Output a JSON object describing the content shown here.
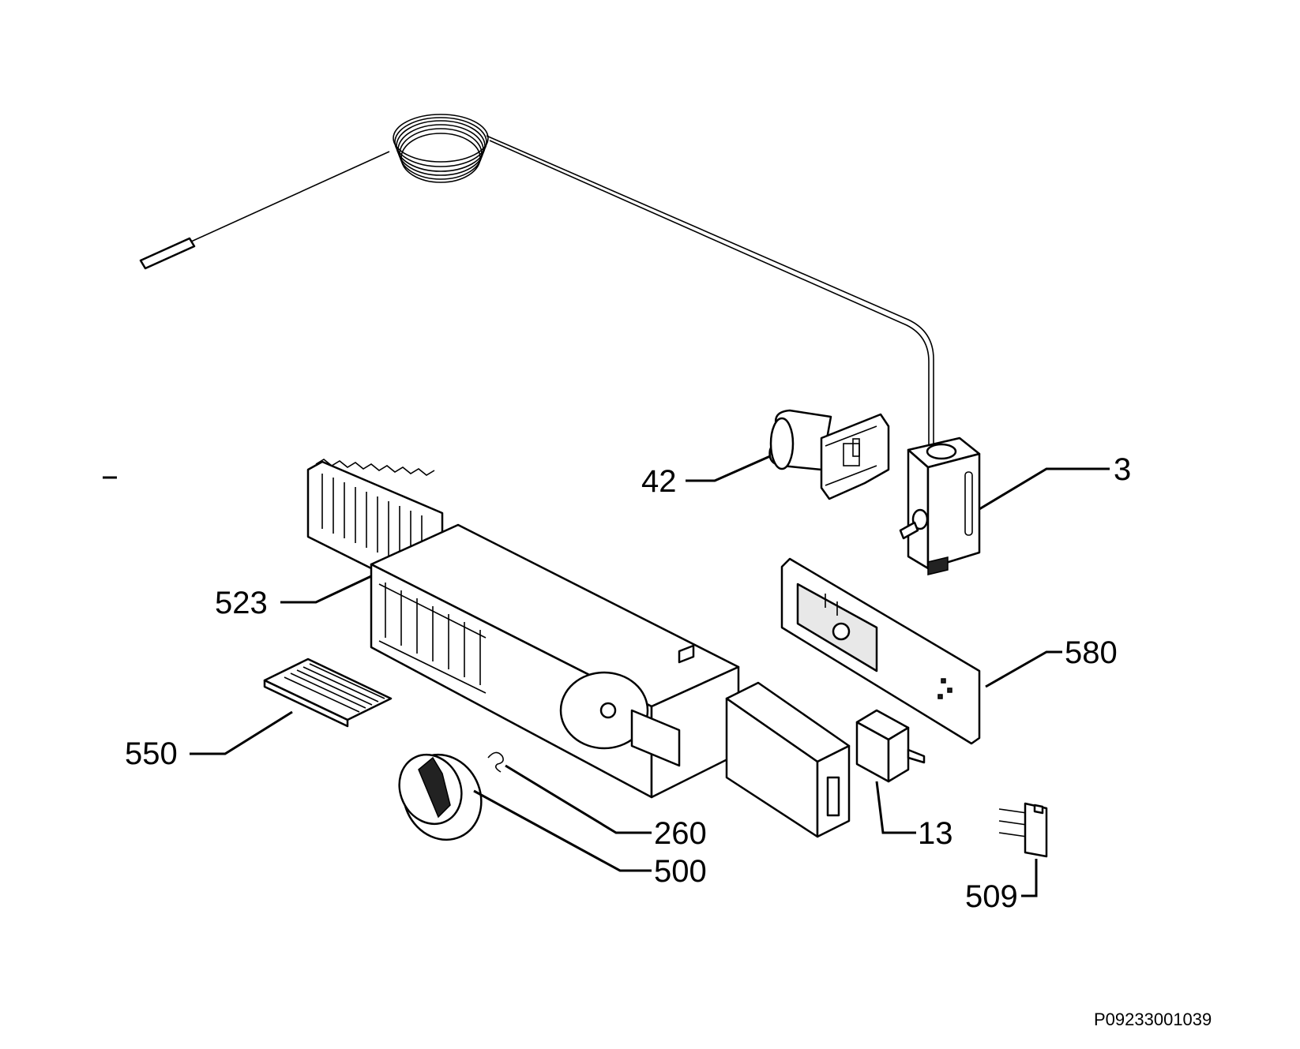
{
  "labels": {
    "p3": "3",
    "p13": "13",
    "p42": "42",
    "p260": "260",
    "p500": "500",
    "p509": "509",
    "p523": "523",
    "p550": "550",
    "p580": "580"
  },
  "drawing_code": "P09233001039",
  "icons": {
    "thermostat": "thermostat-capillary-icon",
    "lamp": "lamp-holder-icon",
    "housing": "control-housing-icon",
    "knob": "knob-icon"
  }
}
